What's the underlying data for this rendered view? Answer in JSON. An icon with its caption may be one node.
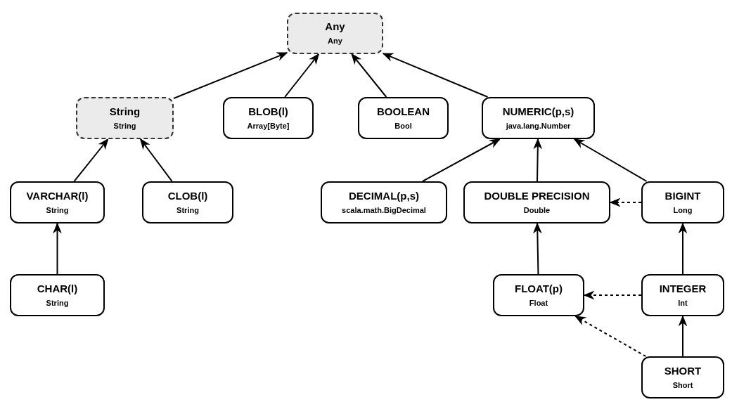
{
  "diagram": {
    "nodes": [
      {
        "text": [
          "Any",
          "Any"
        ]
      },
      {
        "text": [
          "String",
          "String"
        ]
      },
      {
        "text": [
          "BLOB(l)",
          "Array[Byte]"
        ]
      },
      {
        "text": [
          "BOOLEAN",
          "Bool"
        ]
      },
      {
        "text": [
          "NUMERIC(p,s)",
          "java.lang.Number"
        ]
      },
      {
        "text": [
          "VARCHAR(l)",
          "String"
        ]
      },
      {
        "text": [
          "CLOB(l)",
          "String"
        ]
      },
      {
        "text": [
          "DECIMAL(p,s)",
          "scala.math.BigDecimal"
        ]
      },
      {
        "text": [
          "DOUBLE PRECISION",
          "Double"
        ]
      },
      {
        "text": [
          "BIGINT",
          "Long"
        ]
      },
      {
        "text": [
          "CHAR(l)",
          "String"
        ]
      },
      {
        "text": [
          "FLOAT(p)",
          "Float"
        ]
      },
      {
        "text": [
          "INTEGER",
          "Int"
        ]
      },
      {
        "text": [
          "SHORT",
          "Short"
        ]
      }
    ],
    "edges": [
      {
        "from": 1,
        "to": 0,
        "arrow": "to"
      },
      {
        "from": 2,
        "to": 0,
        "arrow": "to"
      },
      {
        "from": 3,
        "to": 0,
        "arrow": "to"
      },
      {
        "from": 4,
        "to": 0,
        "arrow": "to"
      },
      {
        "from": 5,
        "to": 1,
        "arrow": "to"
      },
      {
        "from": 6,
        "to": 1,
        "arrow": "to"
      },
      {
        "from": 10,
        "to": 5,
        "arrow": "to"
      },
      {
        "from": 7,
        "to": 4,
        "arrow": "to"
      },
      {
        "from": 8,
        "to": 4,
        "arrow": "to"
      },
      {
        "from": 9,
        "to": 4,
        "arrow": "to"
      },
      {
        "from": 9,
        "to": 8,
        "arrow": "to",
        "style": "dashed"
      },
      {
        "from": 11,
        "to": 8,
        "arrow": "to"
      },
      {
        "from": 12,
        "to": 9,
        "arrow": "to"
      },
      {
        "from": 12,
        "to": 11,
        "arrow": "to",
        "style": "dashed"
      },
      {
        "from": 13,
        "to": 12,
        "arrow": "to"
      },
      {
        "from": 13,
        "to": 11,
        "arrow": "to",
        "style": "dashed"
      }
    ]
  }
}
